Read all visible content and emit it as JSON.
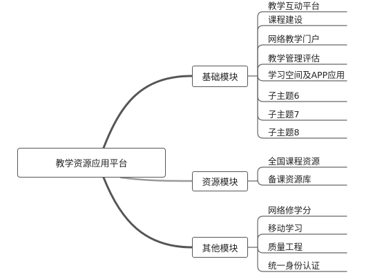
{
  "root": {
    "label": "教学资源应用平台"
  },
  "branches": [
    {
      "label": "基础模块",
      "children": [
        "教学互动平台",
        "课程建设",
        "网络教学门户",
        "教学管理评估",
        "学习空间及APP应用",
        "子主题6",
        "子主题7",
        "子主题8"
      ]
    },
    {
      "label": "资源模块",
      "children": [
        "全国课程资源",
        "备课资源库"
      ]
    },
    {
      "label": "其他模块",
      "children": [
        "网络修学分",
        "移动学习",
        "质量工程",
        "统一身份认证"
      ]
    }
  ],
  "colors": {
    "line": "#666666",
    "root_line": "#555555",
    "box_border": "#555555",
    "text": "#222222"
  }
}
